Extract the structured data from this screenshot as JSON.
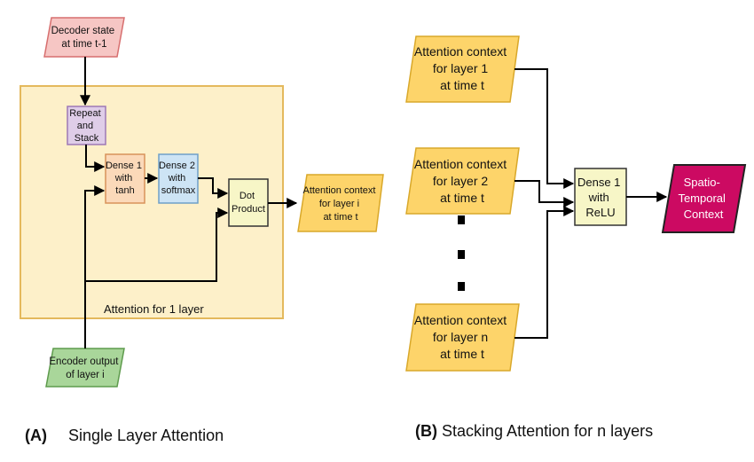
{
  "panel_a": {
    "container_label": "Attention for 1 layer",
    "decoder_state": [
      "Decoder state",
      "at time t-1"
    ],
    "repeat_stack": [
      "Repeat",
      "and",
      "Stack"
    ],
    "dense1": [
      "Dense 1",
      "with",
      "tanh"
    ],
    "dense2": [
      "Dense 2",
      "with",
      "softmax"
    ],
    "dot_product": [
      "Dot",
      "Product"
    ],
    "attention_context": [
      "Attention context",
      "for layer i",
      "at time t"
    ],
    "encoder_output": [
      "Encoder output",
      "of layer i"
    ]
  },
  "panel_b": {
    "ctx1": [
      "Attention context",
      "for layer 1",
      "at time t"
    ],
    "ctx2": [
      "Attention context",
      "for layer 2",
      "at time t"
    ],
    "ctxn": [
      "Attention context",
      "for layer n",
      "at time t"
    ],
    "dense_relu": [
      "Dense 1",
      "with",
      "ReLU"
    ],
    "spatio_temporal": [
      "Spatio-",
      "Temporal",
      "Context"
    ]
  },
  "captions": {
    "a_letter": "(A)",
    "a_text": "Single Layer Attention",
    "b_letter": "(B)",
    "b_text": "Stacking Attention for n layers"
  },
  "colors": {
    "container_fill": "#fdf0c9",
    "container_stroke": "#e4b95d",
    "yellow_fill": "#fdd46a",
    "yellow_stroke": "#d9a82a",
    "red_fill": "#f6c6c4",
    "red_stroke": "#d76f6f",
    "purple_fill": "#dfcde8",
    "purple_stroke": "#9d78b6",
    "orange_fill": "#fbd9b9",
    "orange_stroke": "#d8925a",
    "blue_fill": "#cde4f5",
    "blue_stroke": "#6e9fc8",
    "green_fill": "#a9d69a",
    "green_stroke": "#5e9b4d",
    "magenta_fill": "#cc0a62",
    "ivory_fill": "#f7f6c7",
    "edge": "#000000"
  }
}
